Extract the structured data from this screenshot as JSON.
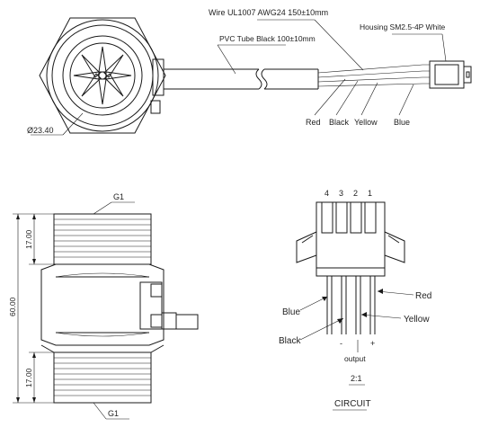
{
  "top_view": {
    "wire_label": "Wire UL1007 AWG24  150±10mm",
    "housing_label": "Housing SM2.5-4P White",
    "tube_label": "PVC Tube Black 100±10mm",
    "diameter_label": "Ø23.40",
    "wire_colors": [
      "Red",
      "Black",
      "Yellow",
      "Blue"
    ]
  },
  "side_view": {
    "thread_top": "G1",
    "thread_bottom": "G1",
    "dim_total": "60.00",
    "dim_top": "17.00",
    "dim_bottom": "17.00"
  },
  "circuit": {
    "pin_numbers": [
      "4",
      "3",
      "2",
      "1"
    ],
    "labels": {
      "red": "Red",
      "blue": "Blue",
      "yellow": "Yellow",
      "black": "Black"
    },
    "signs": {
      "minus": "-",
      "plus": "+"
    },
    "output_label": "output",
    "scale": "2:1",
    "title": "CIRCUIT"
  }
}
